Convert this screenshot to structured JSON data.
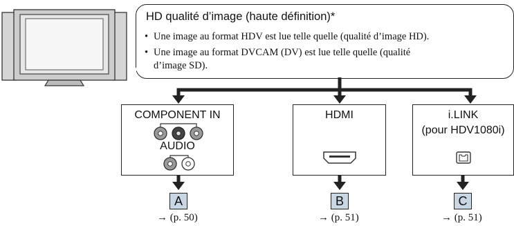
{
  "callout": {
    "title": "HD qualité d’image (haute définition)*",
    "bullets": [
      {
        "marker": "•",
        "lines": [
          "Une image au format HDV est lue telle quelle (qualité d’image HD)."
        ]
      },
      {
        "marker": "•",
        "lines": [
          "Une image au format DVCAM (DV) est lue telle quelle (qualité",
          "d’image SD)."
        ]
      }
    ]
  },
  "connectors": [
    {
      "label": "COMPONENT IN",
      "sublabel": "AUDIO",
      "icon": "component-rca-jacks",
      "letter": "A",
      "ref": "→ (p. 50)"
    },
    {
      "label": "HDMI",
      "icon": "hdmi-port",
      "letter": "B",
      "ref": "→ (p. 51)"
    },
    {
      "label": "i.LINK",
      "sublabel": "(pour HDV1080i)",
      "icon": "ilink-port",
      "letter": "C",
      "ref": "→ (p. 51)"
    }
  ],
  "colors": {
    "badge_fill": "#c9d6e4",
    "line": "#222222",
    "tv_body": "#c8c8c8"
  }
}
